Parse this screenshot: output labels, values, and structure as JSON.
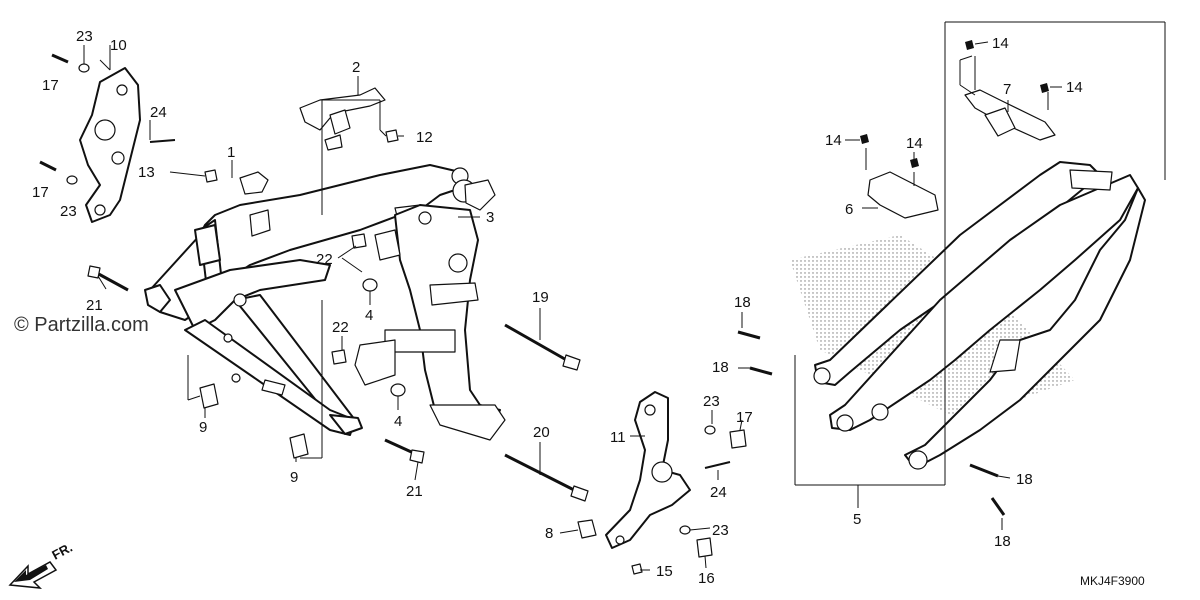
{
  "watermark": "© Partzilla.com",
  "diagram_code": "MKJ4F3900",
  "direction_label": "FR.",
  "callouts": {
    "c1": "1",
    "c2": "2",
    "c3": "3",
    "c4a": "4",
    "c4b": "4",
    "c5": "5",
    "c6": "6",
    "c7": "7",
    "c8": "8",
    "c9a": "9",
    "c9b": "9",
    "c10": "10",
    "c11": "11",
    "c12": "12",
    "c13": "13",
    "c14a": "14",
    "c14b": "14",
    "c14c": "14",
    "c14d": "14",
    "c15": "15",
    "c16": "16",
    "c17a": "17",
    "c17b": "17",
    "c17c": "17",
    "c18a": "18",
    "c18b": "18",
    "c18c": "18",
    "c18d": "18",
    "c19": "19",
    "c20": "20",
    "c21a": "21",
    "c21b": "21",
    "c22a": "22",
    "c22b": "22",
    "c23a": "23",
    "c23b": "23",
    "c23c": "23",
    "c23d": "23",
    "c24a": "24",
    "c24b": "24"
  }
}
